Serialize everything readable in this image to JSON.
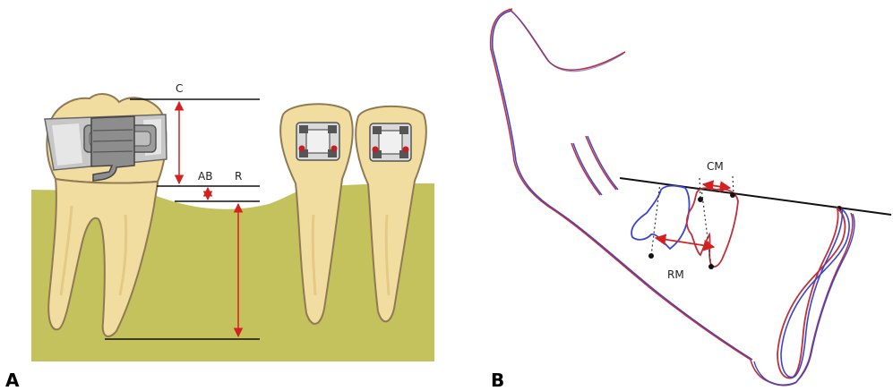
{
  "panel_a": {
    "panel_label": "A",
    "labels": {
      "crown": "C",
      "alveolar_bone": "AB",
      "root": "R"
    },
    "colors": {
      "gingiva": "#c4c25c",
      "tooth": "#f2dda0",
      "tooth_outline": "#8f7a55",
      "band": "#c7c7c7",
      "bracket": "#bcbcbc",
      "measure": "#d42020"
    }
  },
  "panel_b": {
    "panel_label": "B",
    "labels": {
      "crown_movement": "CM",
      "root_movement": "RM"
    },
    "colors": {
      "red_trace": "#c0303a",
      "blue_trace": "#3a46d0",
      "measure": "#d42020"
    }
  }
}
